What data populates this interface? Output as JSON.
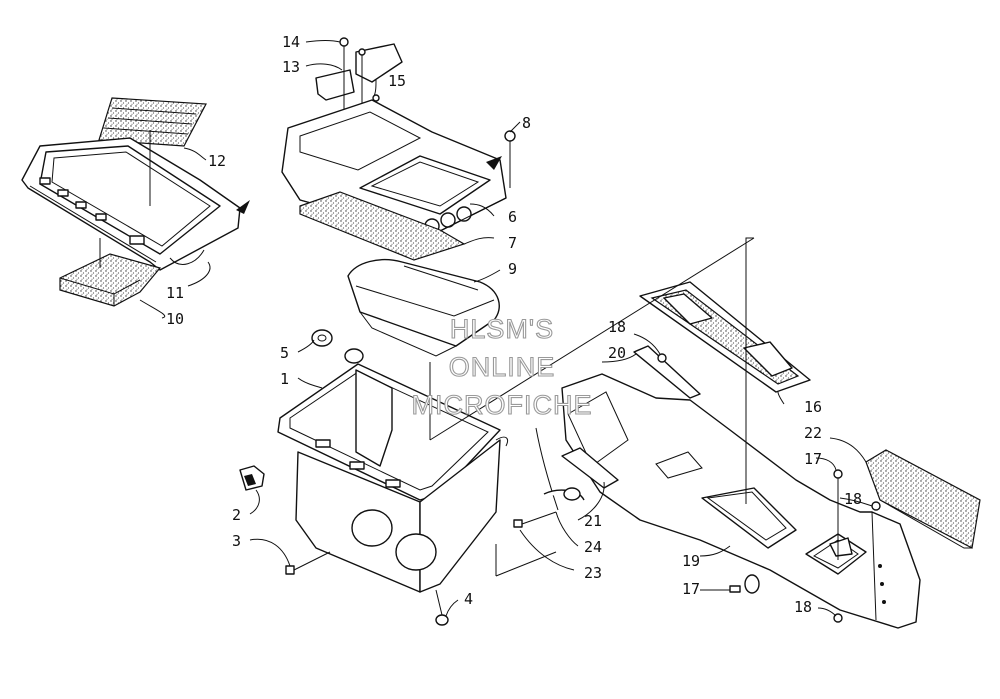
{
  "watermark": {
    "line1": "HLSM'S",
    "line2": "ONLINE",
    "line3": "MICROFICHE"
  },
  "callouts": [
    "1",
    "2",
    "3",
    "4",
    "5",
    "6",
    "7",
    "8",
    "9",
    "10",
    "11",
    "12",
    "13",
    "14",
    "15",
    "16",
    "17",
    "17",
    "18",
    "18",
    "18",
    "19",
    "20",
    "21",
    "22",
    "23",
    "24"
  ]
}
